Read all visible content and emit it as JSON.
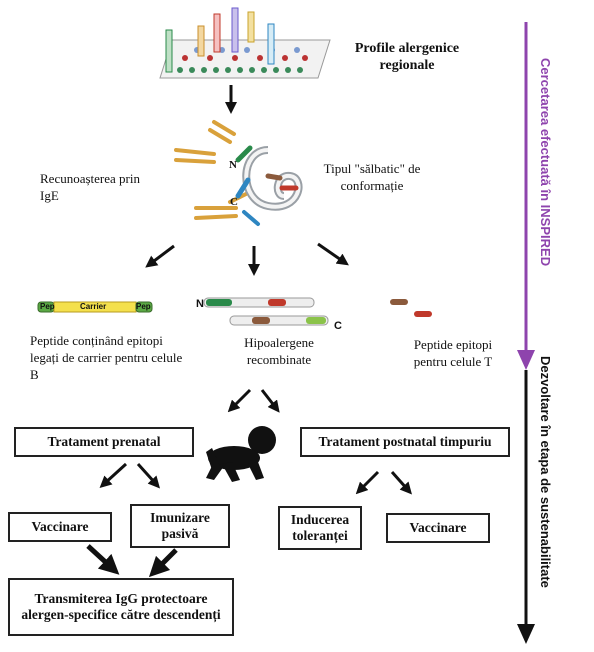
{
  "top_label": "Profile alergenice regionale",
  "ige_label": "Recunoașterea prin IgE",
  "wild_label": "Tipul \"sălbatic\" de conformație",
  "n_letter": "N",
  "c_letter": "C",
  "carrier_pep_left": "Pep",
  "carrier_mid": "Carrier",
  "carrier_pep_right": "Pep",
  "peptide_b_label": "Peptide conținând epitopi legați de carrier pentru celule B",
  "hypo_label": "Hipoalergene recombinate",
  "peptide_t_label": "Peptide epitopi pentru celule T",
  "boxes": {
    "prenatal": "Tratament prenatal",
    "postnatal": "Tratament postnatal timpuriu",
    "vaccinare_left": "Vaccinare",
    "imunizare": "Imunizare pasivă",
    "inducerea": "Inducerea toleranței",
    "vaccinare_right": "Vaccinare",
    "transmiterea": "Transmiterea IgG protectoare alergen-specifice către descendenți"
  },
  "side_research": "Cercetarea efectuată în INSPIRED",
  "side_development": "Dezvoltare în etapa de sustenabilitate",
  "colors": {
    "purple": "#8e44ad",
    "black": "#111111",
    "orange": "#d9a13b",
    "green": "#2a8a4a",
    "red": "#c0392b",
    "blue": "#2e86c1",
    "brown": "#8b5a3c",
    "yellow": "#f4e04d"
  }
}
